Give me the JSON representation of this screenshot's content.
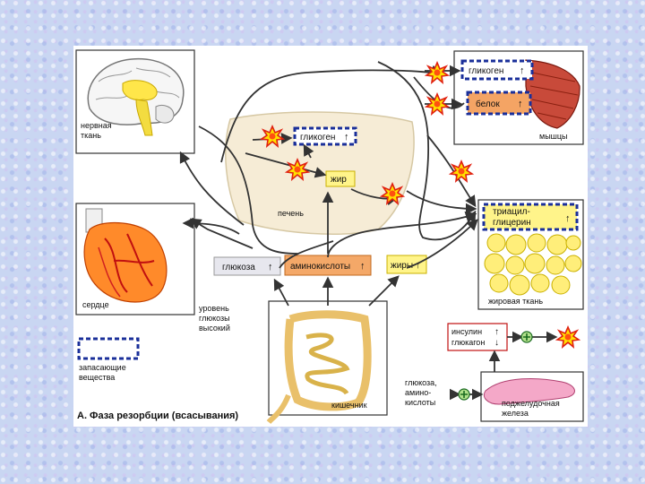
{
  "diagram": {
    "caption": "А. Фаза резорбции (всасывания)",
    "organs": {
      "nerve": "нервная ткань",
      "heart": "сердце",
      "liver": "печень",
      "muscles": "мышцы",
      "adipose": "жировая ткань",
      "intestine": "кишечник",
      "pancreas": "поджелудочная железа"
    },
    "substances": {
      "glycogen_liver": "гликоген",
      "fat_liver": "жир",
      "glycogen_muscle": "гликоген",
      "protein_muscle": "белок",
      "triacyl": "триацил-",
      "glycerol": "глицерин",
      "glucose": "глюкоза",
      "amino": "аминокислоты",
      "fats": "жиры"
    },
    "hormones": {
      "insulin": "инсулин",
      "glucagon": "глюкагон",
      "up": "↑",
      "down": "↓"
    },
    "notes": {
      "glucose_level": [
        "уровень",
        "глюкозы",
        "высокий"
      ],
      "input": [
        "глюкоза,",
        "амино-",
        "кислоты"
      ],
      "legend": [
        "запасающие",
        "вещества"
      ],
      "up_arrow": "↑"
    }
  }
}
